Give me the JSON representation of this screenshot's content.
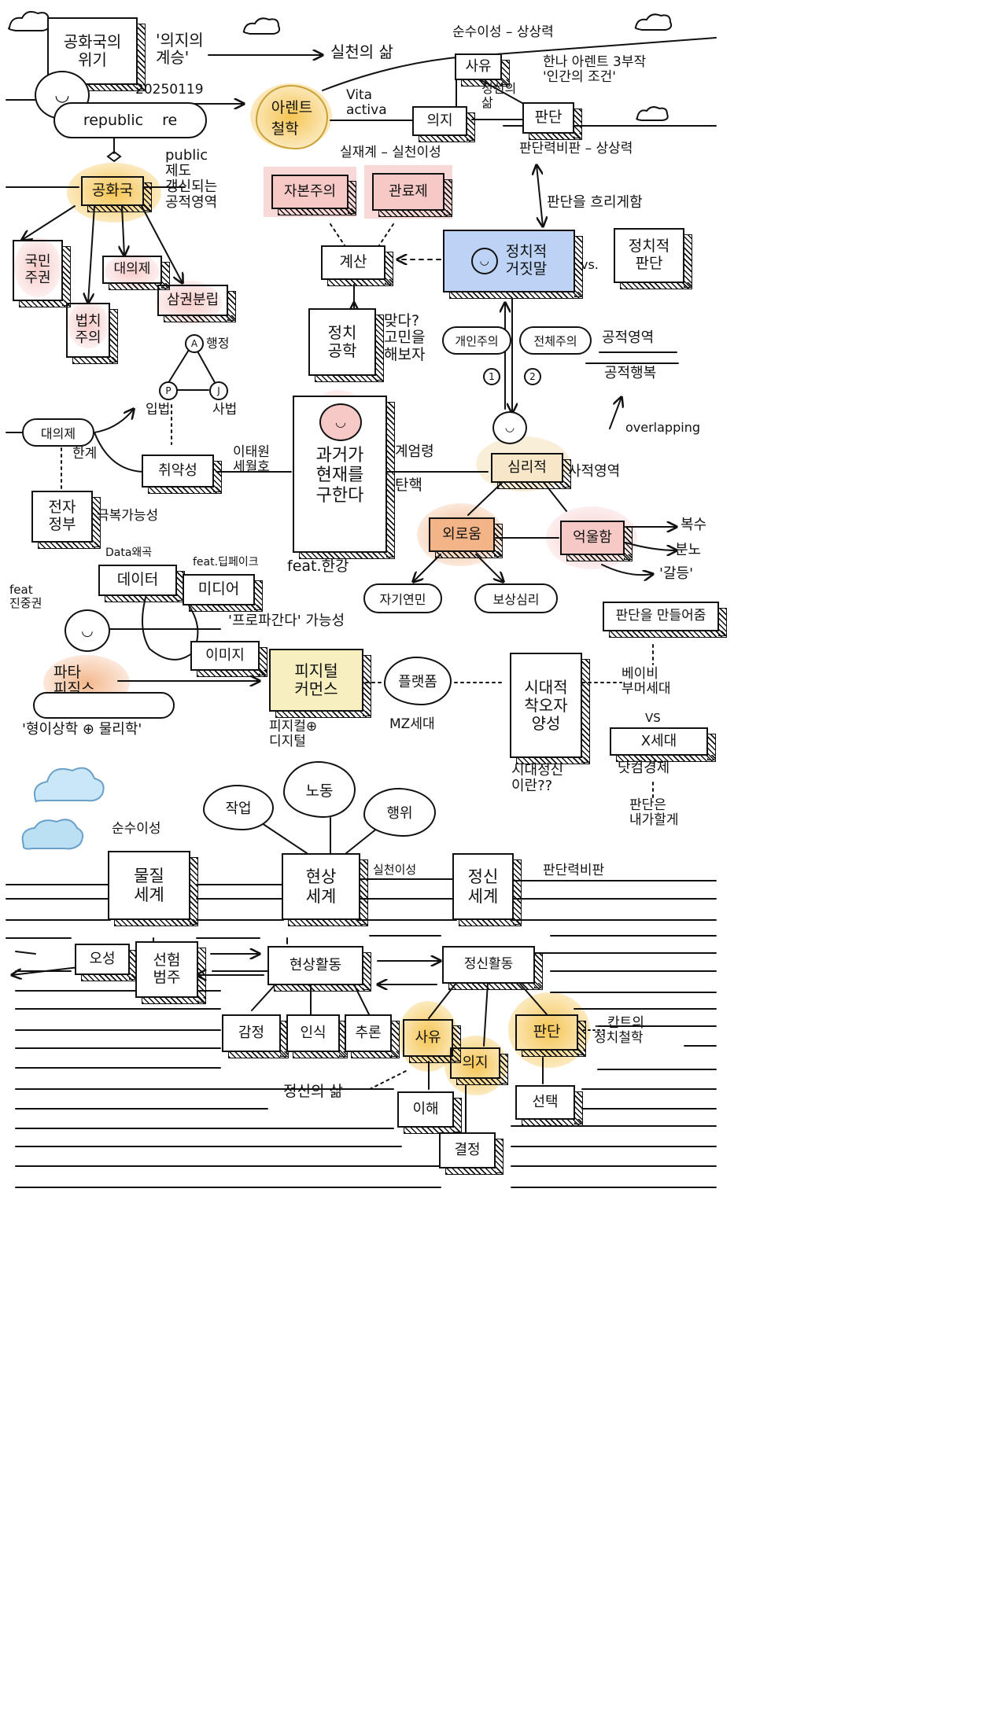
{
  "colors": {
    "ink": "#111111",
    "yellow": "#f5c24a",
    "pink": "#f6c9c6",
    "blue": "#bcd3f5",
    "cream": "#f7efc0",
    "orange": "#f3b487",
    "sky": "#9ed3f0"
  },
  "icons": [
    "smiley-face-icon",
    "cloud-icon",
    "arrow-icon"
  ],
  "texts": {
    "title_box": "공화국의\n위기",
    "quote_intention": "'의지의\n계승'",
    "practical_life": "실천의 삶",
    "date": "20250119",
    "republic": "republic",
    "re": "re",
    "arendt_philosophy": "아렌트\n철학",
    "vita_activa": "Vita\nactiva",
    "pure_contemplation": "순수이성 – 상상력",
    "thinking_top": "사유",
    "mental_life_top": "정신의\n삶",
    "will_top": "의지",
    "judgment_top": "판단",
    "arendt_trilogy": "한나 아렌트 3부작\n'인간의 조건'",
    "reality_practical": "실재계 – 실천이성",
    "judgment_critique": "판단력비판 – 상상력",
    "public_things": "public\n제도\n갱신되는\n공적영역",
    "republic_box": "공화국",
    "capitalism": "자본주의",
    "bureaucracy": "관료제",
    "calculation": "계산",
    "blur_judgment": "판단을 흐리게함",
    "political_lie": "정치적\n거짓말",
    "vs": "vs.",
    "political_judgment": "정치적\n판단",
    "popular_sovereignty": "국민\n주권",
    "representative": "대의제",
    "separation_powers": "삼권분립",
    "rule_of_law": "법치\n주의",
    "political_engineering": "정치\n공학",
    "is_it_right": "맞다?\n고민을\n해보자",
    "individualism": "개인주의",
    "totalitarianism": "전체주의",
    "num1": "1",
    "num2": "2",
    "public_sphere": "공적영역",
    "public_happiness": "공적행복",
    "admin_a": "A",
    "admin_label": "행정",
    "leg_p": "P",
    "jud_j": "J",
    "legislative": "입법",
    "judiciary": "사법",
    "overlapping": "overlapping",
    "representative_pill": "대의제",
    "limit": "한계",
    "weakening": "취약성",
    "ideology": "이태원\n세월호",
    "past_present": "과거가\n현재를\n구한다",
    "martial": "계엄령",
    "impeachment": "탄핵",
    "psychological": "심리적",
    "private_sphere": "사적영역",
    "e_government": "전자\n정부",
    "overcome": "극복가능성",
    "loneliness": "외로움",
    "resentment": "억울함",
    "revenge": "복수",
    "anger": "분노",
    "conflict": "'갈등'",
    "data_distortion": "Data왜곡",
    "data_box": "데이터",
    "feat_deepfake": "feat.딥페이크",
    "media_box": "미디어",
    "feat_han": "feat.한강",
    "feat_jin": "feat\n진중권",
    "self_pity": "자기연민",
    "compensation": "보상심리",
    "judgment_made": "판단을 만들어줌",
    "propaganda": "'프로파간다' 가능성",
    "image_box": "이미지",
    "pata_physics": "파타\n피직스",
    "digital_convergence": "피지털\n커먼스",
    "platform": "플랫폼",
    "era_victim": "시대적\n착오자\n양성",
    "baby_boomers": "베이비\n부머세대",
    "physical_digital": "피지컬⊕\n디지털",
    "mz": "MZ세대",
    "vs2": "VS",
    "x_generation": "X세대",
    "metaphysics": "'형이상학 ⊕ 물리학'",
    "zeitgeist": "시대정신\n이란??",
    "dotcom": "닷컴경제",
    "judgment_mine": "판단은\n내가할게",
    "work": "작업",
    "labor": "노동",
    "action": "행위",
    "pure_reason": "순수이성",
    "material_world": "물질\n세계",
    "phenomenal_world": "현상\n세계",
    "practical_reason": "실천이성",
    "mental_world": "정신\n세계",
    "critique_judgment": "판단력비판",
    "sensibility": "오성",
    "category": "선험\n범주",
    "phenomenal_activity": "현상활동",
    "mental_activity": "정신활동",
    "feeling": "감정",
    "cognition": "인식",
    "reasoning": "추론",
    "thinking": "사유",
    "will": "의지",
    "judgment": "판단",
    "kant_politics": "…칸트의\n정치철학",
    "mental_life": "정신의 삶",
    "understanding": "이해",
    "choice": "선택",
    "decision": "결정"
  }
}
